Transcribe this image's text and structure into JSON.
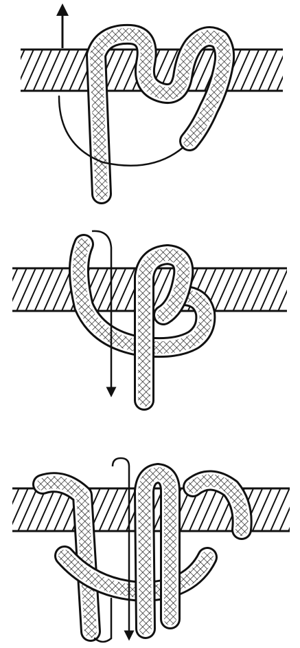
{
  "illustration": {
    "background": "#ffffff",
    "ink": "#111111",
    "steps": [
      {
        "id": "step-1",
        "arrow_direction": "up"
      },
      {
        "id": "step-2",
        "arrow_direction": "down"
      },
      {
        "id": "step-3",
        "arrow_direction": "down"
      }
    ]
  }
}
